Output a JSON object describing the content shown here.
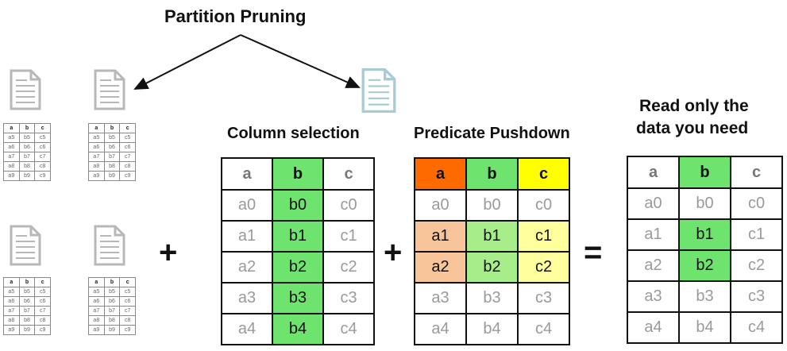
{
  "titles": {
    "partition_pruning": "Partition Pruning",
    "column_selection": "Column selection",
    "predicate_pushdown": "Predicate Pushdown",
    "read_only_line1": "Read only the",
    "read_only_line2": "data you need"
  },
  "operators": {
    "plus1": "+",
    "plus2": "+",
    "equals": "="
  },
  "icons": {
    "pruned_file_color": "#b8b8b8",
    "selected_file_color": "#a9cbd6"
  },
  "mini_table": {
    "header": [
      "a",
      "b",
      "c"
    ],
    "rows": [
      [
        "a5",
        "b5",
        "c5"
      ],
      [
        "a6",
        "b6",
        "c6"
      ],
      [
        "a7",
        "b7",
        "c7"
      ],
      [
        "a8",
        "b8",
        "c8"
      ],
      [
        "a9",
        "b9",
        "c9"
      ]
    ]
  },
  "column_table": {
    "header": [
      "a",
      "b",
      "c"
    ],
    "rows": [
      [
        "a0",
        "b0",
        "c0"
      ],
      [
        "a1",
        "b1",
        "c1"
      ],
      [
        "a2",
        "b2",
        "c2"
      ],
      [
        "a3",
        "b3",
        "c3"
      ],
      [
        "a4",
        "b4",
        "c4"
      ]
    ]
  },
  "predicate_table": {
    "header": [
      "a",
      "b",
      "c"
    ],
    "rows": [
      [
        "a0",
        "b0",
        "c0"
      ],
      [
        "a1",
        "b1",
        "c1"
      ],
      [
        "a2",
        "b2",
        "c2"
      ],
      [
        "a3",
        "b3",
        "c3"
      ],
      [
        "a4",
        "b4",
        "c4"
      ]
    ]
  },
  "result_table": {
    "header": [
      "a",
      "b",
      "c"
    ],
    "rows": [
      [
        "a0",
        "b0",
        "c0"
      ],
      [
        "a1",
        "b1",
        "c1"
      ],
      [
        "a2",
        "b2",
        "c2"
      ],
      [
        "a3",
        "b3",
        "c3"
      ],
      [
        "a4",
        "b4",
        "c4"
      ]
    ]
  },
  "colors": {
    "green": "#6ee46e",
    "light_green": "#a7ee8a",
    "orange_header": "#ff6a00",
    "light_orange": "#f8c59a",
    "yellow_header": "#ffff00",
    "light_yellow": "#ffff9e",
    "selected_column": "#6ee46e"
  }
}
